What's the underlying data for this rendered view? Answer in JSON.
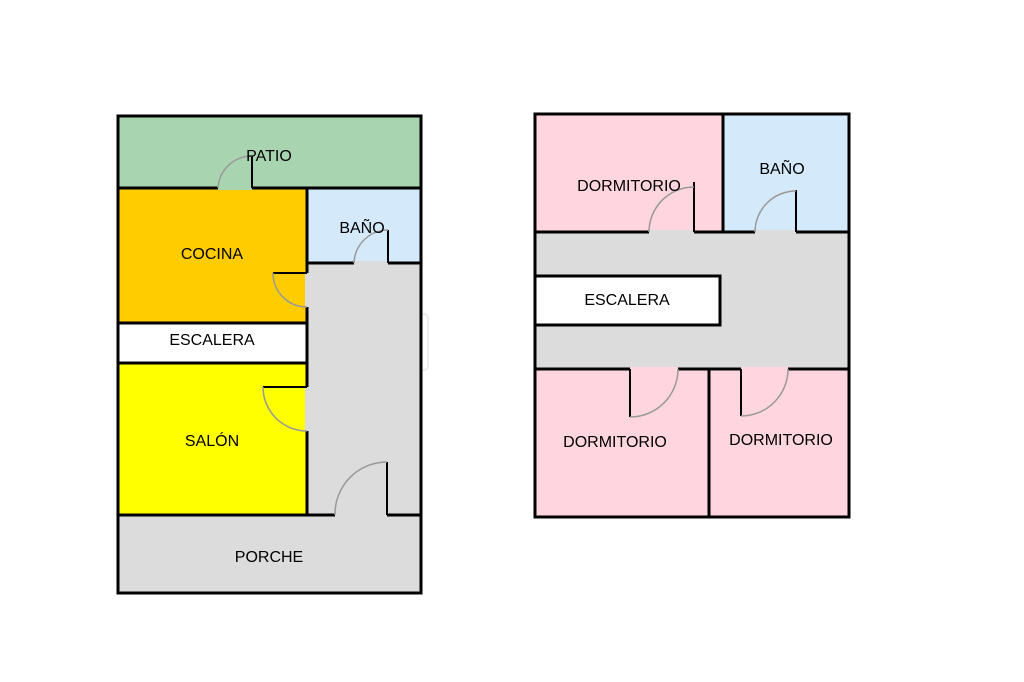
{
  "ground_floor": {
    "rooms": {
      "patio": "PATIO",
      "cocina": "COCINA",
      "bano": "BAÑO",
      "escalera": "ESCALERA",
      "salon": "SALÓN",
      "porche": "PORCHE"
    }
  },
  "upper_floor": {
    "rooms": {
      "dormitorio_1": "DORMITORIO",
      "bano": "BAÑO",
      "escalera": "ESCALERA",
      "dormitorio_2": "DORMITORIO",
      "dormitorio_3": "DORMITORIO"
    }
  },
  "colors": {
    "patio": "#a8d5b0",
    "cocina": "#ffcc00",
    "bano": "#d4e9fa",
    "hall": "#dcdcdc",
    "salon": "#ffff00",
    "dormitorio": "#ffd6df"
  }
}
